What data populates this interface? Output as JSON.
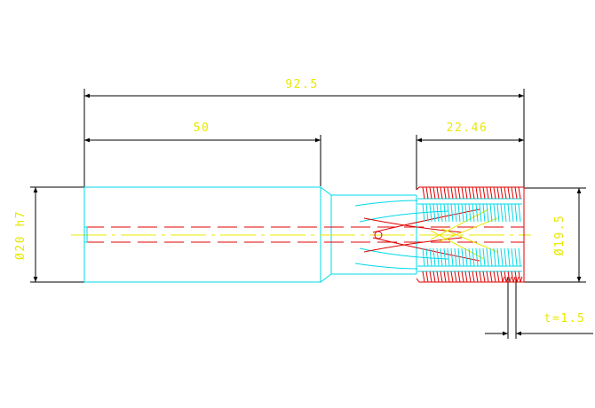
{
  "colors": {
    "background": "#ffffff",
    "dimension_line": "#000000",
    "dimension_text": "#e8e800",
    "body_outline": "#00d8e8",
    "hidden_line": "#e00000",
    "center_line": "#e8e800",
    "thread": "#e00000"
  },
  "dimensions": {
    "overall_length": "92.5",
    "shank_length": "50",
    "thread_length": "22.46",
    "shank_diameter": "Ø20 h7",
    "head_diameter": "Ø19.5",
    "pitch": "t=1.5"
  }
}
